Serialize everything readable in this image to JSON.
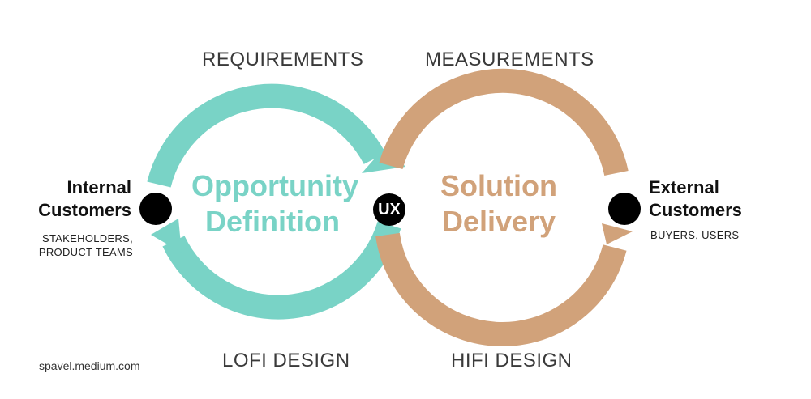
{
  "phases": {
    "requirements": "REQUIREMENTS",
    "measurements": "MEASUREMENTS",
    "lofi_design": "LOFI DESIGN",
    "hifi_design": "HIFI DESIGN"
  },
  "left_loop": {
    "title_line1": "Opportunity",
    "title_line2": "Definition",
    "color": "#79d3c6"
  },
  "right_loop": {
    "title_line1": "Solution",
    "title_line2": "Delivery",
    "color": "#d1a27a"
  },
  "center_node": {
    "label": "UX"
  },
  "internal_customers": {
    "line1": "Internal",
    "line2": "Customers",
    "sub1": "STAKEHOLDERS,",
    "sub2": "PRODUCT TEAMS"
  },
  "external_customers": {
    "line1": "External",
    "line2": "Customers",
    "sub1": "BUYERS, USERS"
  },
  "credit": "spavel.medium.com"
}
